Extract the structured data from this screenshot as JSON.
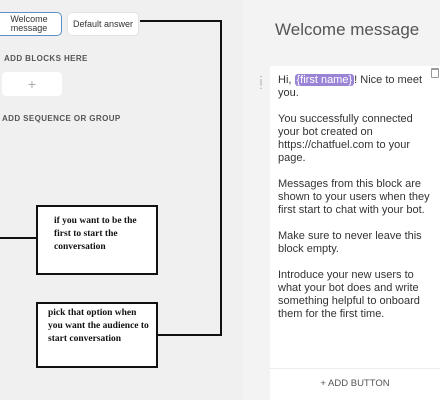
{
  "left": {
    "blocks": [
      {
        "label": "Welcome message"
      },
      {
        "label": "Default answer"
      }
    ],
    "add_blocks_label": "ADD BLOCKS HERE",
    "add_block_plus": "+",
    "add_sequence_label": "ADD SEQUENCE OR GROUP"
  },
  "annotations": [
    {
      "text": "if you want to be the first to start the conversation"
    },
    {
      "text": "pick that option when you want the audience to start conversation"
    }
  ],
  "right": {
    "title": "Welcome message",
    "message": {
      "greeting_prefix": "Hi, ",
      "token": "{first name}",
      "greeting_suffix": "! Nice to meet you.",
      "paragraphs": [
        "You successfully connected your bot created on https://chatfuel.com to your page.",
        "Messages from this block are shown to your users when they first start to chat with your bot.",
        "Make sure to never leave this block empty.",
        "Introduce your new users to what your bot does and write something helpful to onboard them for the first time."
      ]
    },
    "add_button_label": "+ ADD BUTTON"
  },
  "colors": {
    "left_bg": "#f0f0f0",
    "right_bg": "#f3f3f3",
    "token_bg": "#9a84d6",
    "chip_border": "#5b8fc7"
  },
  "icons": {
    "drag": "drag-handle-icon",
    "delete": "trash-icon"
  }
}
